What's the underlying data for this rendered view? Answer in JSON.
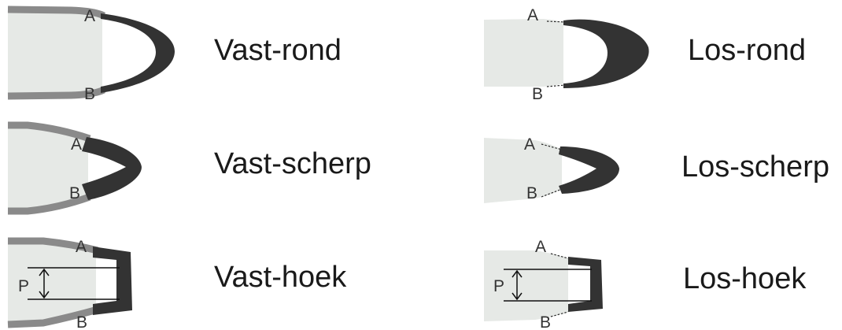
{
  "variants": [
    {
      "key": "vast_rond",
      "title": "Vast-rond",
      "point_a": "A",
      "point_b": "B"
    },
    {
      "key": "los_rond",
      "title": "Los-rond",
      "point_a": "A",
      "point_b": "B"
    },
    {
      "key": "vast_scherp",
      "title": "Vast-scherp",
      "point_a": "A",
      "point_b": "B"
    },
    {
      "key": "los_scherp",
      "title": "Los-scherp",
      "point_a": "A",
      "point_b": "B"
    },
    {
      "key": "vast_hoek",
      "title": "Vast-hoek",
      "point_a": "A",
      "point_b": "B",
      "dimension": "P"
    },
    {
      "key": "los_hoek",
      "title": "Los-hoek",
      "point_a": "A",
      "point_b": "B",
      "dimension": "P"
    }
  ],
  "colors": {
    "body": "#e6e9e6",
    "fixed_rim": "#8a8a8a",
    "cap": "#333333",
    "chain": "#2a2a2a",
    "text": "#1a1a1a"
  }
}
